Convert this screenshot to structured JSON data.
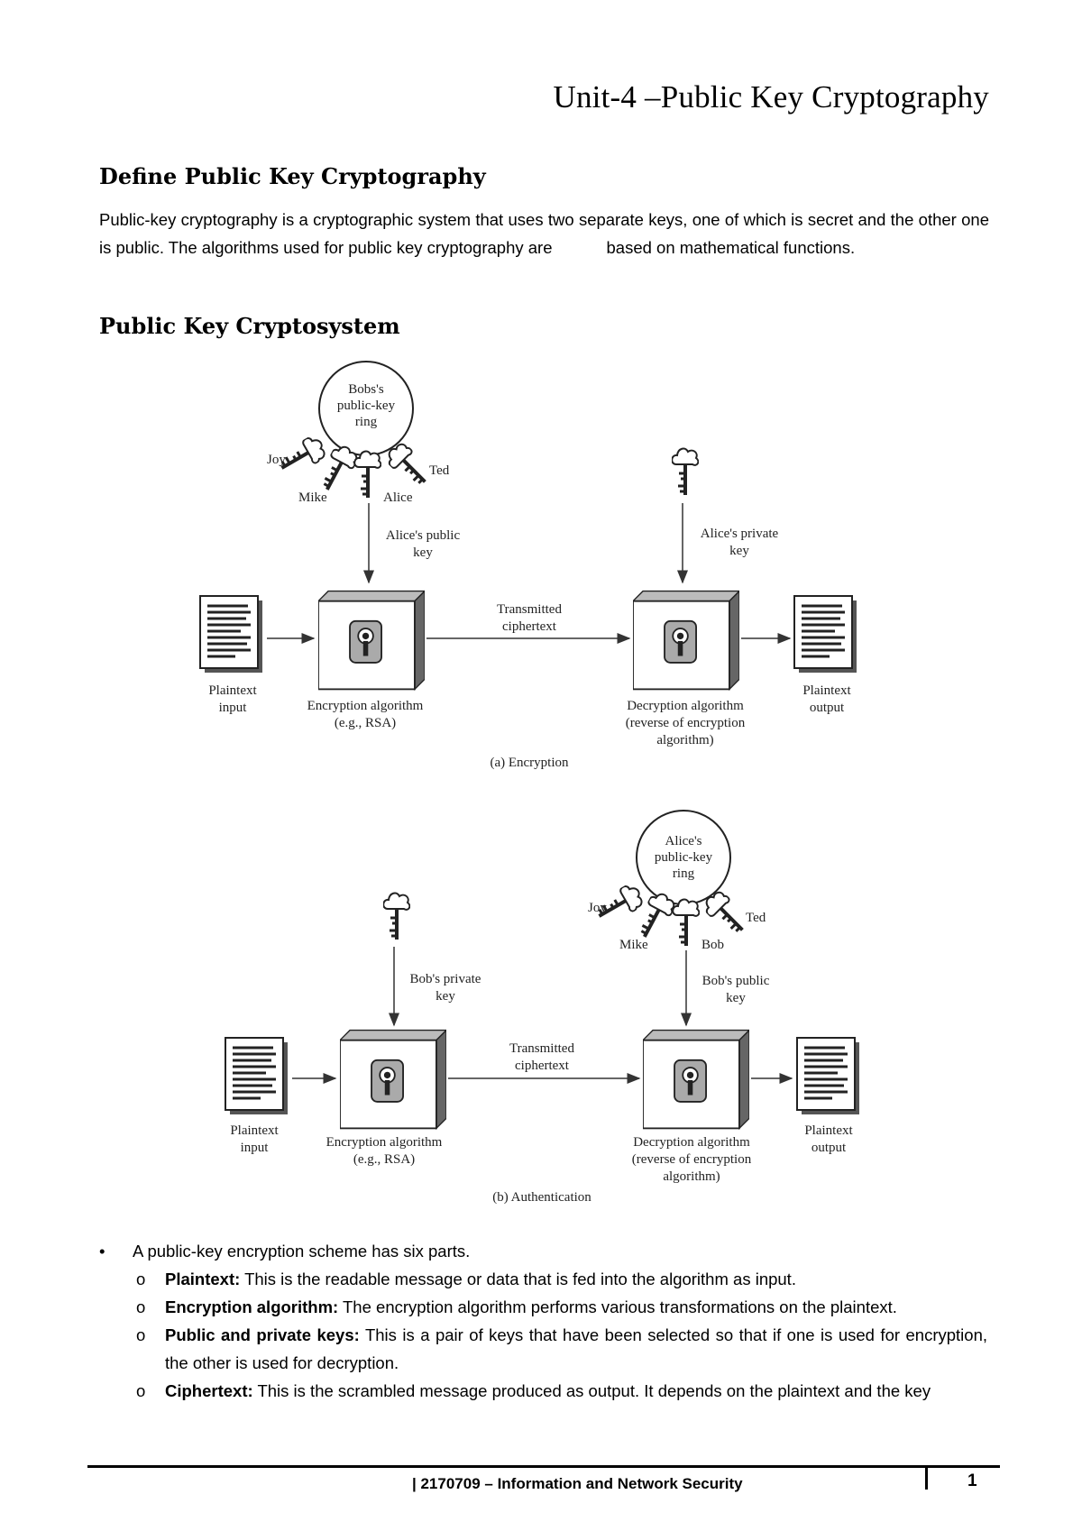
{
  "header": {
    "unit_title": "Unit-4 –Public Key Cryptography"
  },
  "section1": {
    "heading": "Define Public Key Cryptography",
    "para_part1": "Public-key cryptography is a cryptographic system that uses two separate keys, one of which is secret and the other one is public. The algorithms used for public key cryptography are",
    "para_part2": "based on mathematical functions."
  },
  "section2": {
    "heading": "Public Key Cryptosystem"
  },
  "figure_a": {
    "ring_label_1": "Bobs's",
    "ring_label_2": "public-key",
    "ring_label_3": "ring",
    "key_joy": "Joy",
    "key_mike": "Mike",
    "key_alice": "Alice",
    "key_ted": "Ted",
    "public_key_1": "Alice's public",
    "public_key_2": "key",
    "private_key_1": "Alice's private",
    "private_key_2": "key",
    "transmitted_1": "Transmitted",
    "transmitted_2": "ciphertext",
    "plaintext_input_1": "Plaintext",
    "plaintext_input_2": "input",
    "encryption_1": "Encryption algorithm",
    "encryption_2": "(e.g., RSA)",
    "decryption_1": "Decryption algorithm",
    "decryption_2": "(reverse of encryption",
    "decryption_3": "algorithm)",
    "plaintext_output_1": "Plaintext",
    "plaintext_output_2": "output",
    "caption": "(a) Encryption"
  },
  "figure_b": {
    "ring_label_1": "Alice's",
    "ring_label_2": "public-key",
    "ring_label_3": "ring",
    "key_joy": "Joy",
    "key_mike": "Mike",
    "key_bob": "Bob",
    "key_ted": "Ted",
    "private_key_1": "Bob's private",
    "private_key_2": "key",
    "public_key_1": "Bob's public",
    "public_key_2": "key",
    "transmitted_1": "Transmitted",
    "transmitted_2": "ciphertext",
    "plaintext_input_1": "Plaintext",
    "plaintext_input_2": "input",
    "encryption_1": "Encryption algorithm",
    "encryption_2": "(e.g., RSA)",
    "decryption_1": "Decryption algorithm",
    "decryption_2": "(reverse of encryption",
    "decryption_3": "algorithm)",
    "plaintext_output_1": "Plaintext",
    "plaintext_output_2": "output",
    "caption": "(b) Authentication"
  },
  "bullets": {
    "main": "A public-key encryption scheme has six parts.",
    "items": [
      {
        "term": "Plaintext:",
        "text": " This is the readable message or data that is fed into the algorithm as input."
      },
      {
        "term": "Encryption algorithm:",
        "text": " The encryption algorithm performs various transformations on the plaintext."
      },
      {
        "term": "Public and private keys:",
        "text": " This is a pair of keys that have been selected so that if one is used for encryption, the other is used for decryption."
      },
      {
        "term": "Ciphertext:",
        "text": " This is the scrambled message produced as output. It depends on the plaintext and the key"
      }
    ]
  },
  "footer": {
    "course": "| 2170709 – Information and Network Security",
    "page_number": "1"
  }
}
